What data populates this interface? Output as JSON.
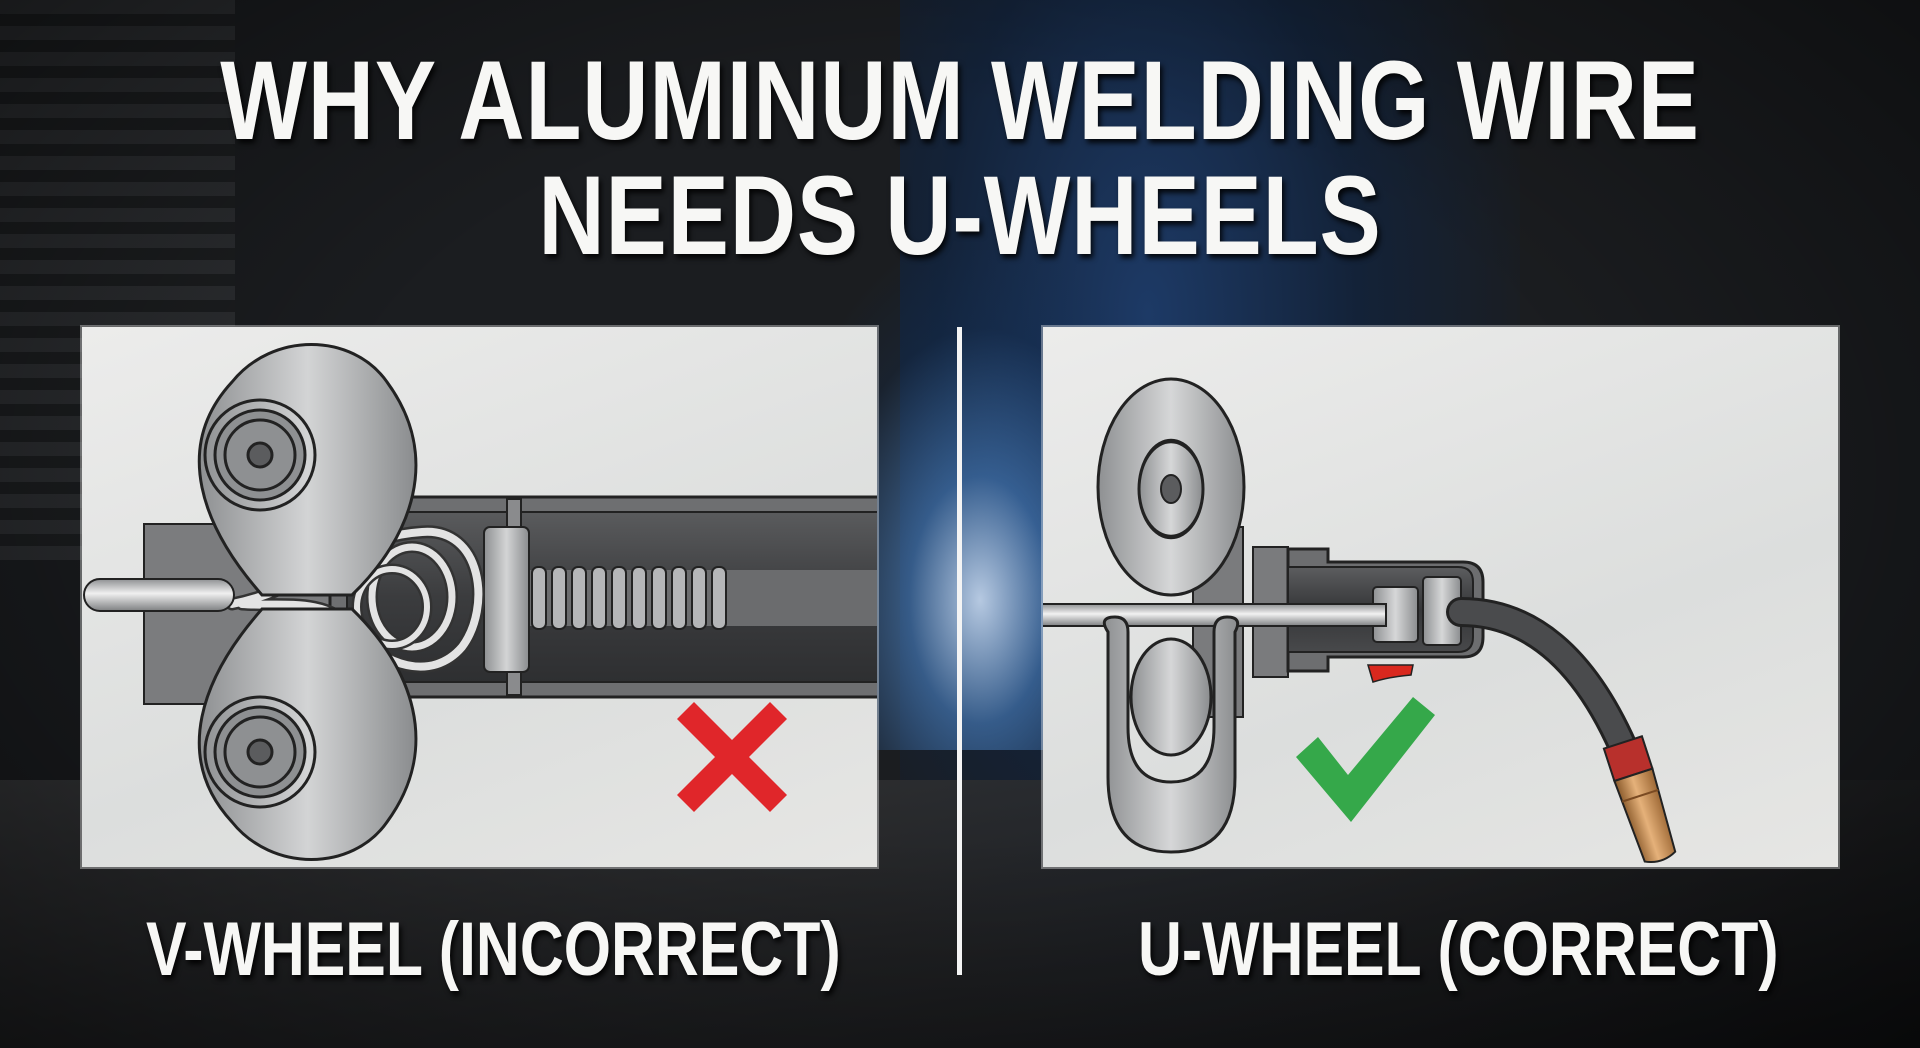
{
  "title": {
    "line1": "WHY ALUMINUM WELDING WIRE",
    "line2": "NEEDS U-WHEELS"
  },
  "panels": {
    "left": {
      "label": "V-WHEEL (INCORRECT)",
      "verdict_icon": "cross-icon",
      "verdict_color": "#e0262a",
      "illustration": "v-groove drive rolls crushing aluminum wire causing bird-nesting tangle inside feeder"
    },
    "right": {
      "label": "U-WHEEL (CORRECT)",
      "verdict_icon": "check-icon",
      "verdict_color": "#35a84a",
      "illustration": "u-groove drive roll feeding straight aluminum wire into MIG gun with copper contact tip"
    }
  },
  "colors": {
    "title_text": "#f7f7f5",
    "panel_bg": "#e4e5e4",
    "metal": "#a9abad",
    "dark_housing": "#4a4b4d",
    "copper_tip": "#c8894a",
    "red_band": "#b8302c",
    "trigger": "#d9281e"
  }
}
